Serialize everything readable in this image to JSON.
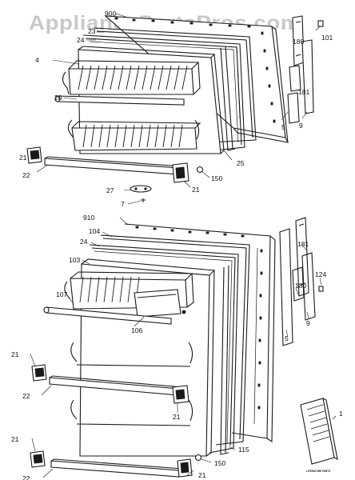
{
  "watermark": "AppliancePartsPros.com",
  "colors": {
    "ink": "#1a1a1a",
    "paper": "#ffffff",
    "watermark": "#c9c9c9"
  },
  "book_label": "LITERATURE PARTS",
  "callouts": {
    "c900": "900",
    "c23": "23",
    "c24a": "24",
    "c4": "4",
    "c20": "20",
    "c101": "101",
    "c180a": "180",
    "c181a": "181",
    "c5a": "5",
    "c9a": "9",
    "c25": "25",
    "c150a": "150",
    "c21a": "21",
    "c22a": "22",
    "c21b": "21",
    "c27": "27",
    "c7": "7",
    "c910": "910",
    "c104": "104",
    "c24b": "24",
    "c103": "103",
    "c107": "107",
    "c106": "106",
    "c181b": "181",
    "c124": "124",
    "c180b": "180",
    "c5b": "5",
    "c9b": "9",
    "c21c": "21",
    "c22b": "22",
    "c21d": "21",
    "c115": "115",
    "c1": "1",
    "c21e": "21",
    "c22c": "22",
    "c150b": "150",
    "c21f": "21"
  }
}
